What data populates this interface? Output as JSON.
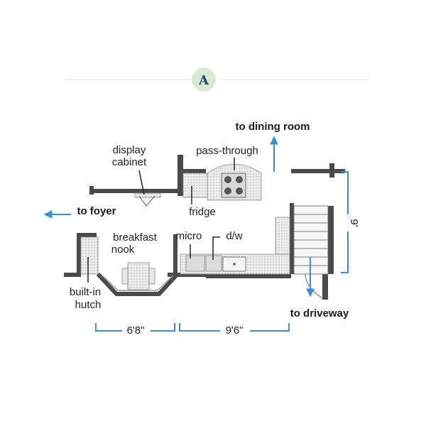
{
  "badge": {
    "letter": "A"
  },
  "labels": {
    "display_cabinet_1": "display",
    "display_cabinet_2": "cabinet",
    "pass_through": "pass-through",
    "fridge": "fridge",
    "breakfast_nook_1": "breakfast",
    "breakfast_nook_2": "nook",
    "micro": "micro",
    "dw": "d/w",
    "built_in_hutch_1": "built-in",
    "built_in_hutch_2": "hutch"
  },
  "directions": {
    "dining_room": "to dining room",
    "foyer": "to foyer",
    "driveway": "to driveway"
  },
  "dimensions": {
    "nook_width": "6'8\"",
    "kitchen_width": "9'6\"",
    "kitchen_depth": "9'"
  },
  "colors": {
    "accent": "#3a8fd0",
    "wall": "#4a4a4a",
    "badge_fill": "#d9ead2",
    "counter": "#e6e6e6"
  }
}
